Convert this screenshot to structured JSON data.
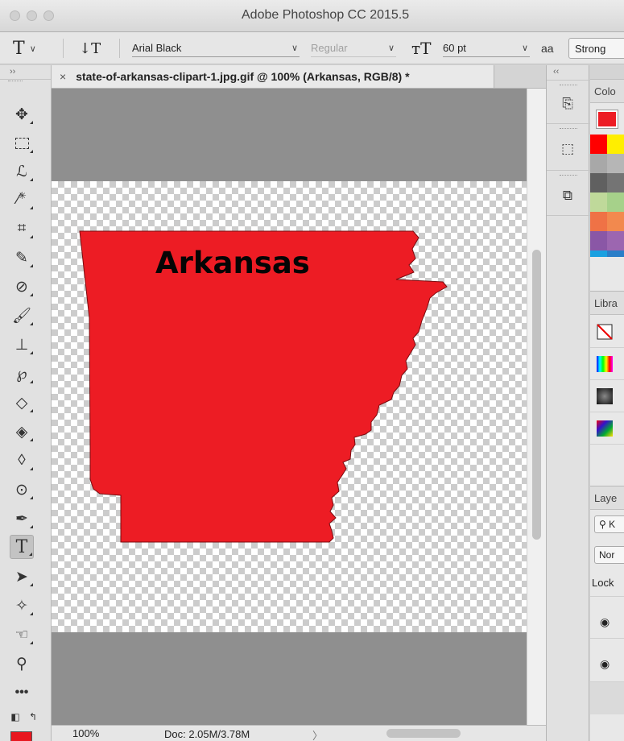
{
  "app": {
    "title": "Adobe Photoshop CC 2015.5"
  },
  "options_bar": {
    "font_family": "Arial Black",
    "font_style": "Regular",
    "font_size": "60 pt",
    "anti_alias_icon": "aa",
    "anti_alias": "Strong"
  },
  "document": {
    "tab_label": "state-of-arkansas-clipart-1.jpg.gif @ 100% (Arkansas, RGB/8) *",
    "text_layer": "Arkansas",
    "shape_color": "#ed1c24"
  },
  "status": {
    "zoom": "100%",
    "doc_size": "Doc: 2.05M/3.78M",
    "arrow": "〉"
  },
  "panels": {
    "color_title": "Colo",
    "libraries_title": "Libra",
    "layers_title": "Laye",
    "layers_filter": "K",
    "blend_mode": "Nor",
    "lock_label": "Lock"
  },
  "colors": {
    "foreground": "#e8171f"
  },
  "toolbar": {
    "collapse": "››",
    "panel_collapse": "‹‹"
  }
}
